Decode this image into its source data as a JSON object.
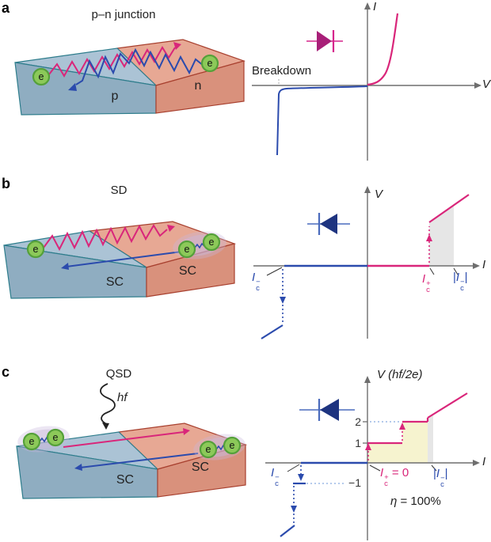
{
  "panel_a": {
    "letter": "a",
    "title": "p–n junction",
    "region_left": "p",
    "region_right": "n",
    "electron": "e",
    "plot": {
      "y_axis": "I",
      "x_axis": "V",
      "annotation": "Breakdown"
    }
  },
  "panel_b": {
    "letter": "b",
    "title": "SD",
    "region_left": "SC",
    "region_right": "SC",
    "electron": "e",
    "plot": {
      "y_axis": "V",
      "x_axis": "I",
      "ic_minus": {
        "base": "I",
        "sup": "−",
        "sub": "c"
      },
      "ic_plus": {
        "base": "I",
        "sup": "+",
        "sub": "c"
      },
      "abs_ic_minus": {
        "open": "|",
        "base": "I",
        "sup": "−",
        "sub": "c",
        "close": "|"
      }
    }
  },
  "panel_c": {
    "letter": "c",
    "title": "QSD",
    "photon": "hf",
    "region_left": "SC",
    "region_right": "SC",
    "electron": "e",
    "plot": {
      "y_axis": "V (hf/2e)",
      "x_axis": "I",
      "tick_2": "2",
      "tick_1": "1",
      "tick_minus1": "−1",
      "ic_minus": {
        "base": "I",
        "sup": "−",
        "sub": "c"
      },
      "ic_plus": {
        "base": "I",
        "sup": "+",
        "sub": "c"
      },
      "ic_plus_suffix": " = 0",
      "abs_ic_minus": {
        "open": "|",
        "base": "I",
        "sup": "−",
        "sub": "c",
        "close": "|"
      },
      "efficiency_symbol": "η",
      "efficiency_value": " = 100%"
    }
  },
  "colors": {
    "pink": "#d9267a",
    "magenta_diode": "#a81f78",
    "blue": "#2b4bad",
    "navy_diode": "#1e3480",
    "light_blue_dash": "#9bb9e6",
    "axis_grey": "#6e6e6e",
    "grey_shade": "#e6e6e6",
    "yellow_shade": "#f6f3cf",
    "slab_blue_top": "#abc3d5",
    "slab_blue_front": "#8fadc1",
    "slab_salmon_top": "#e7a894",
    "slab_salmon_front": "#d9917c",
    "electron_green": "#8cc959",
    "pair_lavender": "#c9b7dc"
  }
}
